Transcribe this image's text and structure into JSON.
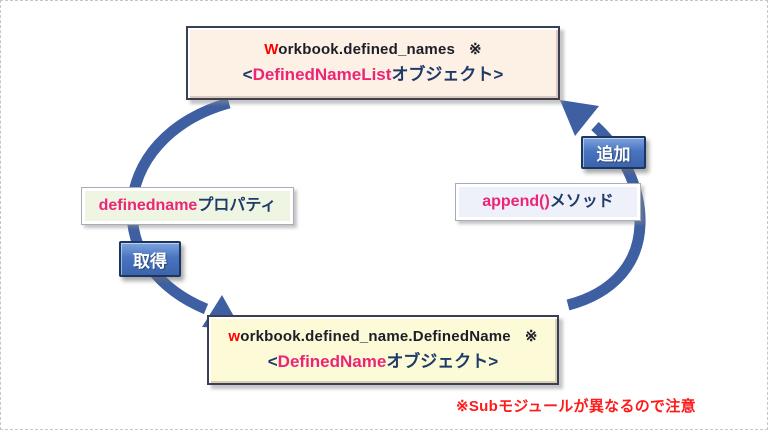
{
  "diagram": {
    "title_context": "openpyxl defined names relationship diagram",
    "boxes": {
      "top": {
        "line1_prefix": "W",
        "line1_rest": "orkbook.defined_names",
        "line1_note": "※",
        "line2_open": "<",
        "line2_highlight": "DefinedNameList",
        "line2_rest": "オブジェクト>"
      },
      "bottom": {
        "line1_prefix": "w",
        "line1_rest": "orkbook.defined_name.DefinedName",
        "line1_note": "※",
        "line2_open": "<",
        "line2_highlight": "DefinedName",
        "line2_rest": "オブジェクト>"
      },
      "left": {
        "highlight": "definedname",
        "rest": "プロパティ"
      },
      "right": {
        "highlight": "append()",
        "rest": "メソッド"
      }
    },
    "labels": {
      "get": "取得",
      "add": "追加"
    },
    "note": "※Subモジュールが異なるので注意",
    "colors": {
      "arrow_blue": "#3e60a3",
      "chip_blue": "#4974c0",
      "chip_border": "#1a3661",
      "magenta": "#ec2576",
      "navy_text": "#1e3a67",
      "dark_text": "#1c1e28",
      "red_initial": "#ff0000",
      "note_red": "#ff1a1a",
      "top_box_fill": "#fdf0e4",
      "bottom_box_fill": "#fcfad7",
      "left_box_fill": "#eef6e3",
      "right_box_fill": "#eef0fa"
    }
  }
}
